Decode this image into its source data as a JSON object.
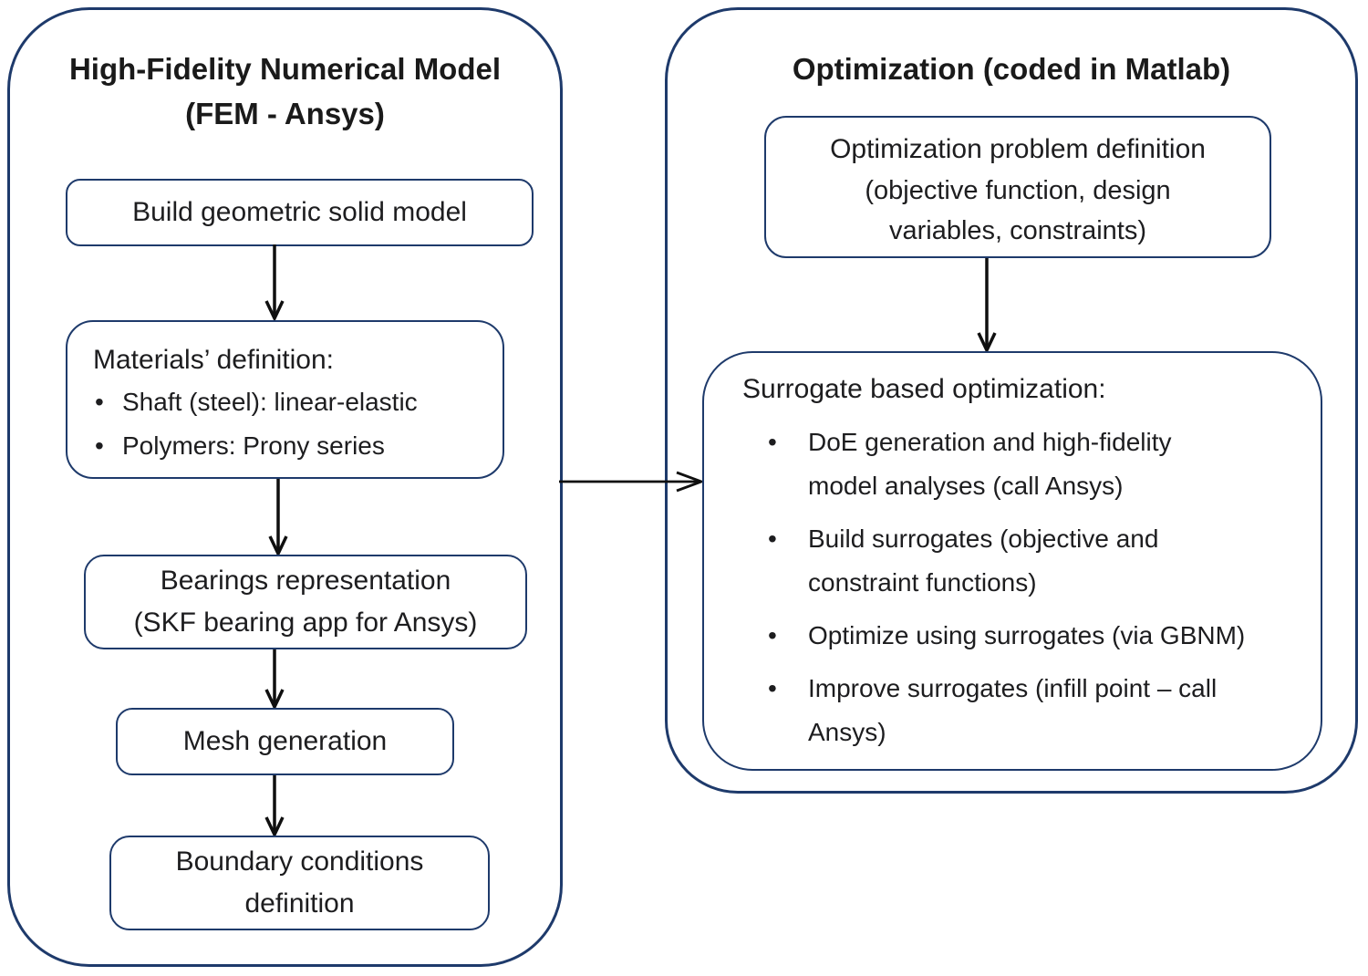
{
  "ui": {
    "bullet_char": "•"
  },
  "colors": {
    "border_navy": "#1e3a6b",
    "text": "#1d1d1f",
    "arrow_black": "#0f0f0f",
    "background": "#ffffff"
  },
  "left_panel": {
    "title": "High-Fidelity Numerical Model",
    "subtitle": "(FEM - Ansys)",
    "box_build": "Build geometric solid model",
    "box_materials": {
      "heading": "Materials’ definition:",
      "bullet1": "Shaft (steel): linear-elastic",
      "bullet2": "Polymers: Prony series"
    },
    "box_bearings": {
      "line1": "Bearings representation",
      "line2": "(SKF bearing app for Ansys)"
    },
    "box_mesh": "Mesh generation",
    "box_boundary": {
      "line1": "Boundary conditions",
      "line2": "definition"
    }
  },
  "right_panel": {
    "title": "Optimization (coded in Matlab)",
    "box_problem": {
      "line1": "Optimization problem definition",
      "line2": "(objective function, design",
      "line3": "variables, constraints)"
    },
    "box_surrogate": {
      "heading": "Surrogate based optimization:",
      "bullet1": {
        "line1": "DoE generation and high-fidelity",
        "line2": "model analyses (call Ansys)"
      },
      "bullet2": {
        "line1": "Build surrogates (objective and",
        "line2": "constraint functions)"
      },
      "bullet3": {
        "line1": "Optimize using surrogates (via GBNM)"
      },
      "bullet4": {
        "line1": "Improve surrogates (infill point – call",
        "line2": "Ansys)"
      }
    }
  }
}
